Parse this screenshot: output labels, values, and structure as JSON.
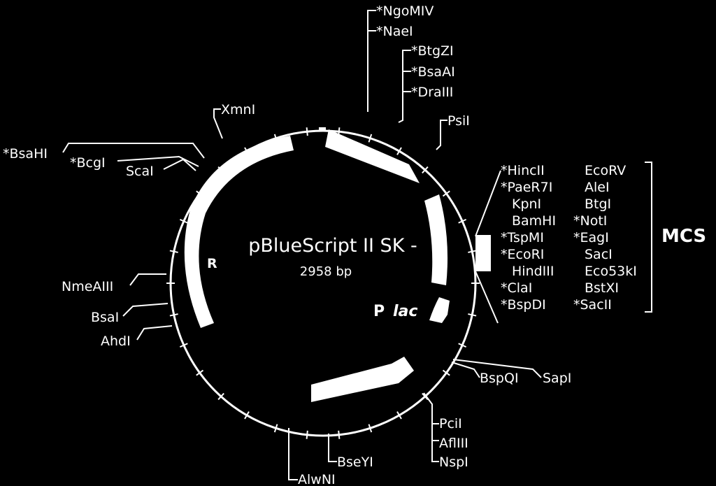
{
  "plasmid": {
    "name": "pBlueScript II SK -",
    "size": "2958 bp",
    "promoter_prefix": "P",
    "promoter_name": "lac",
    "feature_letter": "R"
  },
  "mcs": {
    "label": "MCS",
    "left": [
      "*HincII",
      "*PaeR7I",
      "KpnI",
      "BamHI",
      "*TspMI",
      "*EcoRI",
      "HindIII",
      "*ClaI",
      "*BspDI"
    ],
    "right": [
      "EcoRV",
      "AleI",
      "BtgI",
      "*NotI",
      "*EagI",
      "SacI",
      "Eco53kI",
      "BstXI",
      "*SacII"
    ]
  },
  "sites": {
    "ngomiv": "*NgoMIV",
    "naei": "*NaeI",
    "btgzi": "*BtgZI",
    "bsaai": "*BsaAI",
    "dralll": "*DraIII",
    "psil": "PsiI",
    "xmni": "XmnI",
    "bsahi": "*BsaHI",
    "bcgi": "*BcgI",
    "scai": "ScaI",
    "nmeaiii": "NmeAIII",
    "bsai": "BsaI",
    "ahdi": "AhdI",
    "bspqi": "BspQI",
    "sapi": "SapI",
    "pcii": "PciI",
    "afliii": "AflIII",
    "nspi": "NspI",
    "bseyi": "BseYI",
    "alwni": "AlwNI"
  }
}
